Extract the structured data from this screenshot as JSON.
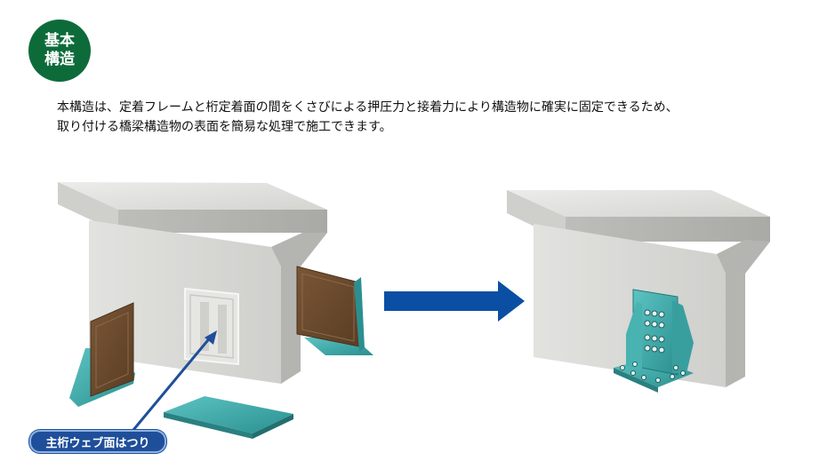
{
  "badge": {
    "line1": "基本",
    "line2": "構造"
  },
  "description": {
    "line1": "本構造は、定着フレームと桁定着面の間をくさびによる押圧力と接着力により構造物に確実に固定できるため、",
    "line2": "取り付ける橋梁構造物の表面を簡易な処理で施工できます。"
  },
  "callout": {
    "label": "主桁ウェブ面はつり"
  },
  "colors": {
    "badge_green": "#0d6b3a",
    "arrow_blue": "#0a4fa3",
    "bracket_teal": "#3aa6a6",
    "wedge_brown": "#6b4a2e",
    "concrete": "#d9d9d6"
  }
}
